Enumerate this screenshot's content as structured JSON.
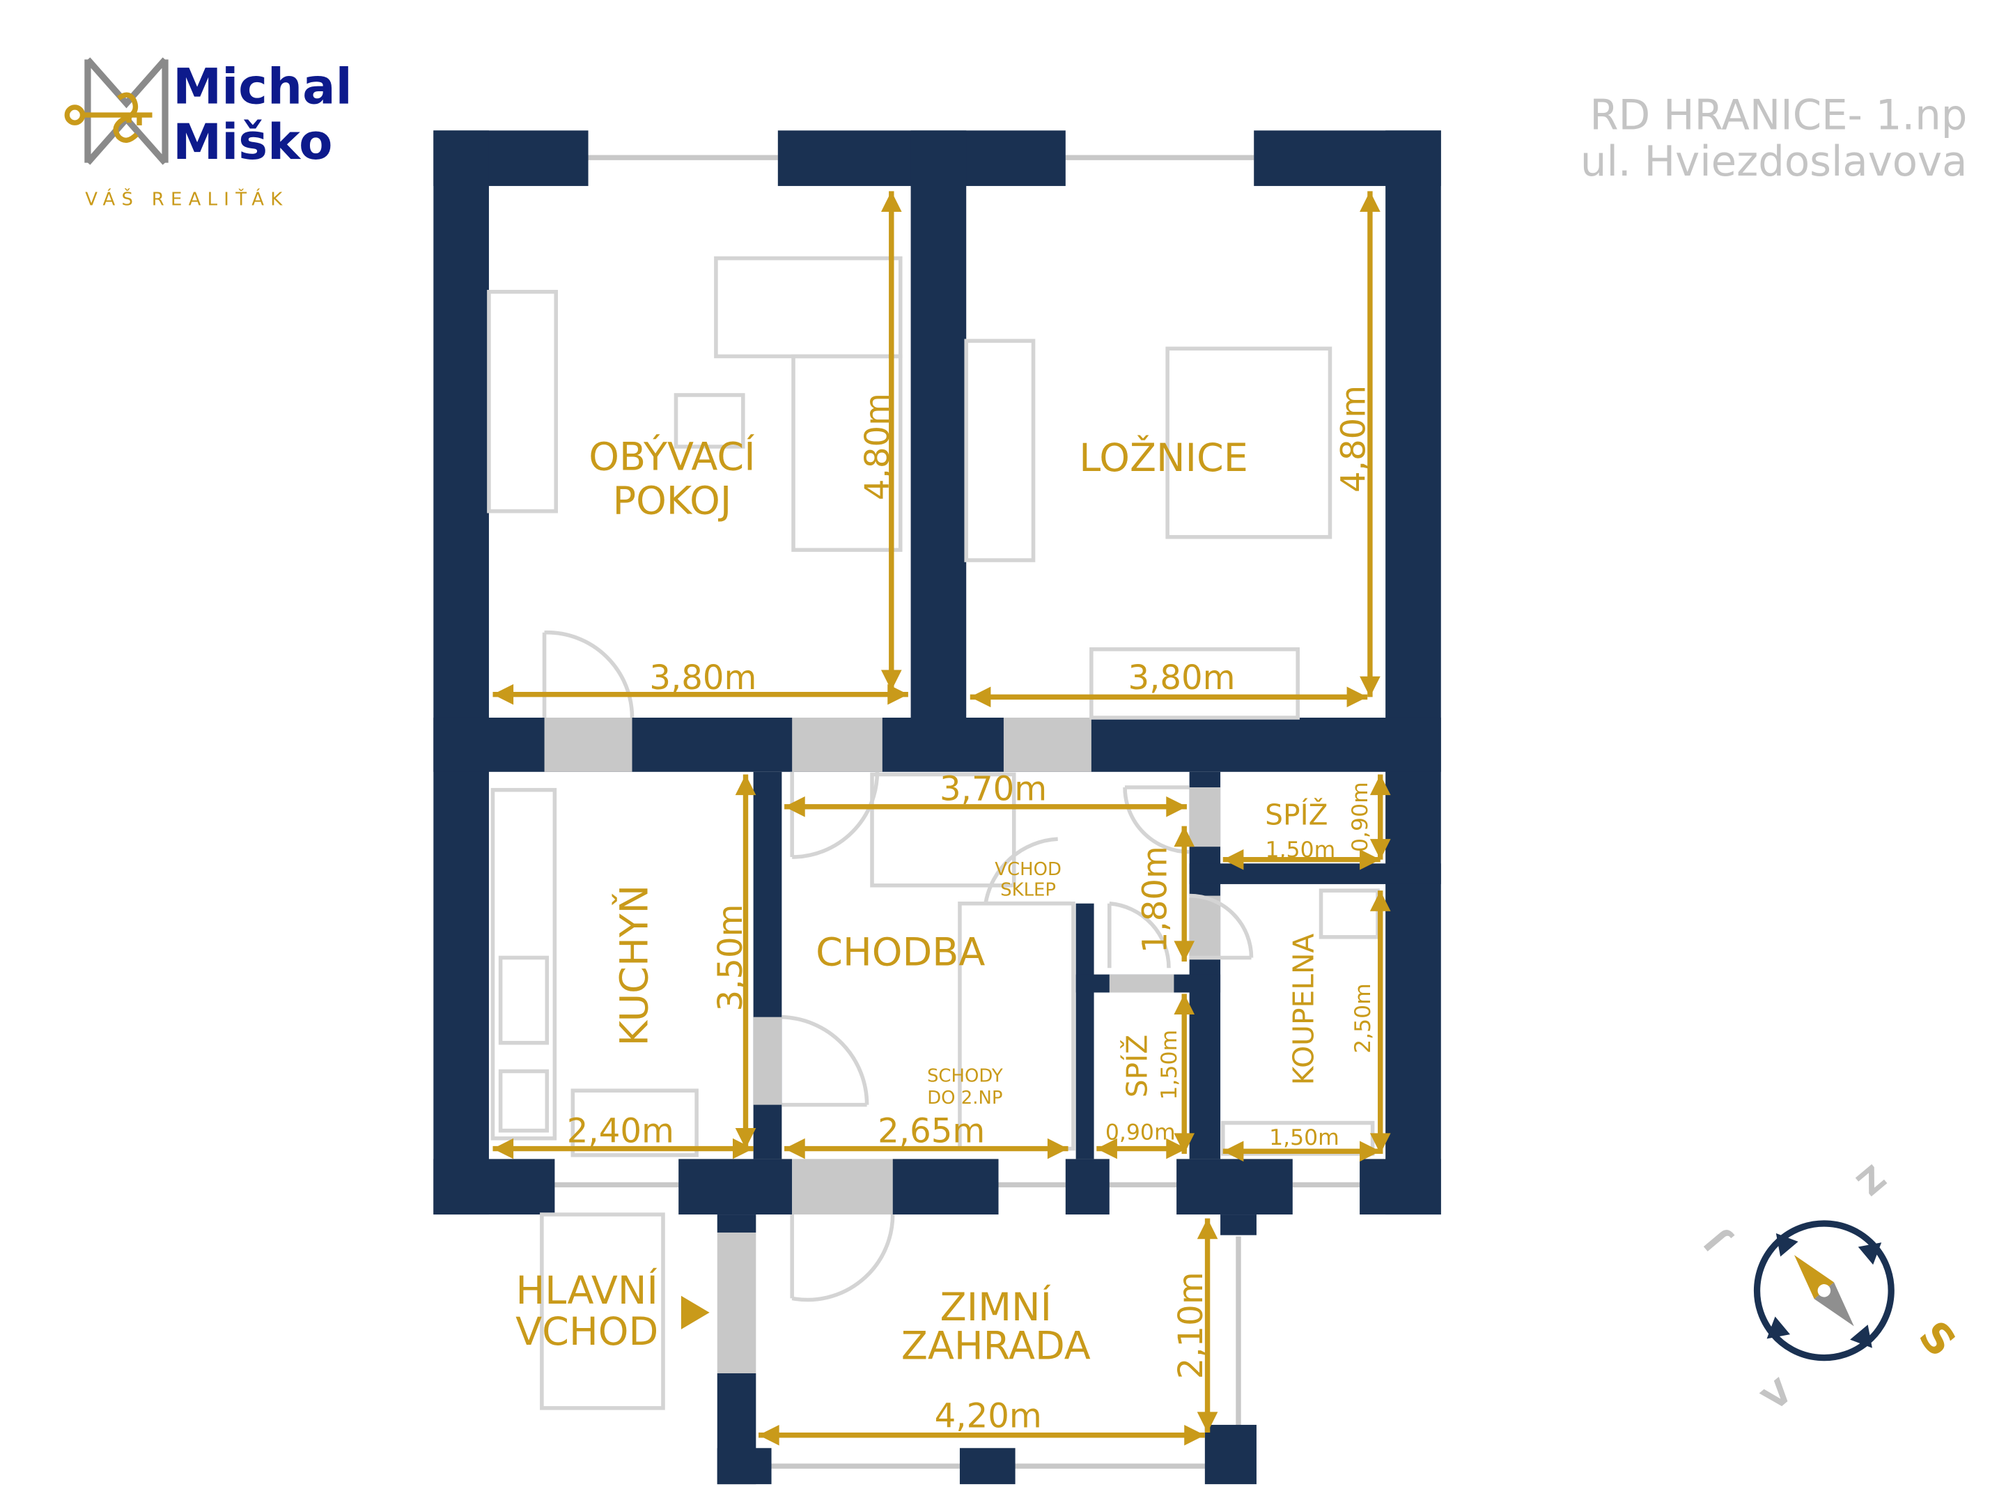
{
  "header": {
    "title_line1": "RD HRANICE- 1.np",
    "title_line2": "ul. Hviezdoslavova"
  },
  "logo": {
    "name_line1": "Michal",
    "name_line2": "Miško",
    "tagline": "VÁŠ REALIŤÁK",
    "brand_color": "#0d1a8c",
    "gold_color": "#c99a1a",
    "grey_color": "#7a7a7a"
  },
  "colors": {
    "wall": "#1a3152",
    "accent": "#c99a1a",
    "door": "#c8c8c8",
    "header_text": "#c4c4c4"
  },
  "rooms": {
    "obyvaci_line1": "OBÝVACÍ",
    "obyvaci_line2": "POKOJ",
    "loznice": "LOŽNICE",
    "kuchyn": "KUCHYŇ",
    "chodba": "CHODBA",
    "spiz_top": "SPÍŽ",
    "spiz_small": "SPÍŽ",
    "koupelna": "KOUPELNA",
    "zimni_line1": "ZIMNÍ",
    "zimni_line2": "ZAHRADA",
    "hlavni_line1": "HLAVNÍ",
    "hlavni_line2": "VCHOD",
    "vchod_sklep_line1": "VCHOD",
    "vchod_sklep_line2": "SKLEP",
    "schody_line1": "SCHODY",
    "schody_line2": "DO 2.NP"
  },
  "dimensions": {
    "obyvaci_width": "3,80m",
    "obyvaci_height": "4,80m",
    "loznice_width": "3,80m",
    "loznice_height": "4,80m",
    "chodba_top": "3,70m",
    "spiz_top_width": "1,50m",
    "spiz_top_height": "0,90m",
    "hall_height": "1,80m",
    "kuchyn_height": "3,50m",
    "kuchyn_width": "2,40m",
    "chodba_bottom": "2,65m",
    "spiz_small_height": "1,50m",
    "spiz_small_width": "0,90m",
    "koupelna_height": "2,50m",
    "koupelna_width": "1,50m",
    "zimni_height": "2,10m",
    "zimni_width": "4,20m"
  },
  "compass": {
    "north": "S",
    "south": "J",
    "east": "V",
    "west": "Z"
  }
}
